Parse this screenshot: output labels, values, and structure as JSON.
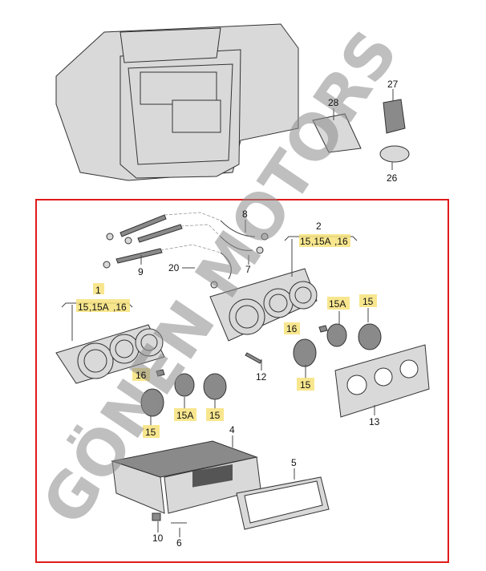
{
  "watermark": "GÖNEN MOTORS",
  "colors": {
    "frame": "#e01b1b",
    "highlight": "#f7e27a"
  },
  "callouts": {
    "c27": "27",
    "c28": "28",
    "c26": "26",
    "c8": "8",
    "c2": "2",
    "c9": "9",
    "c20": "20",
    "c7": "7",
    "c1": "1",
    "c12": "12",
    "c13": "13",
    "c4": "4",
    "c5": "5",
    "c10": "10",
    "c6": "6",
    "g2_15": "15",
    "g2_15a": ",15A",
    "g2_16": ",16",
    "g1_15": "15",
    "g1_15a": ",15A",
    "g1_16": ",16",
    "r16": "16",
    "r15a": "15A",
    "r15": "15",
    "r15b": "15",
    "l16": "16",
    "l15a": "15A",
    "l15": "15",
    "l15b": "15"
  }
}
